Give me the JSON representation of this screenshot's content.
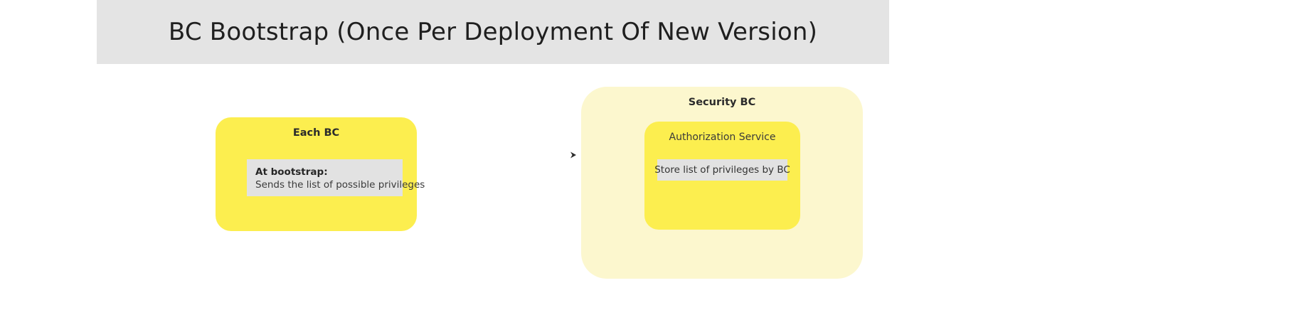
{
  "header": {
    "title": "BC Bootstrap (Once Per Deployment Of New Version)",
    "background_color": "#e4e4e4"
  },
  "diagram": {
    "type": "flow-diagram",
    "background_color": "#ffffff",
    "nodes": [
      {
        "id": "each-bc",
        "label": "Each BC",
        "fill_color": "#fcee4f",
        "note": {
          "heading": "At bootstrap:",
          "body": "Sends the list of possible privileges",
          "fill_color": "#e2e2e2"
        }
      },
      {
        "id": "security-bc",
        "label": "Security BC",
        "fill_color": "#fcf7ce",
        "child": {
          "id": "authorization-service",
          "label": "Authorization Service",
          "fill_color": "#fcee4f",
          "note": {
            "body": "Store list of privileges by BC",
            "fill_color": "#e2e2e2"
          }
        }
      }
    ],
    "edges": [
      {
        "id": "each-bc-to-security-bc",
        "from": "each-bc",
        "to": "security-bc",
        "label": "",
        "direction": "right",
        "color": "#2b2b2b"
      }
    ]
  }
}
